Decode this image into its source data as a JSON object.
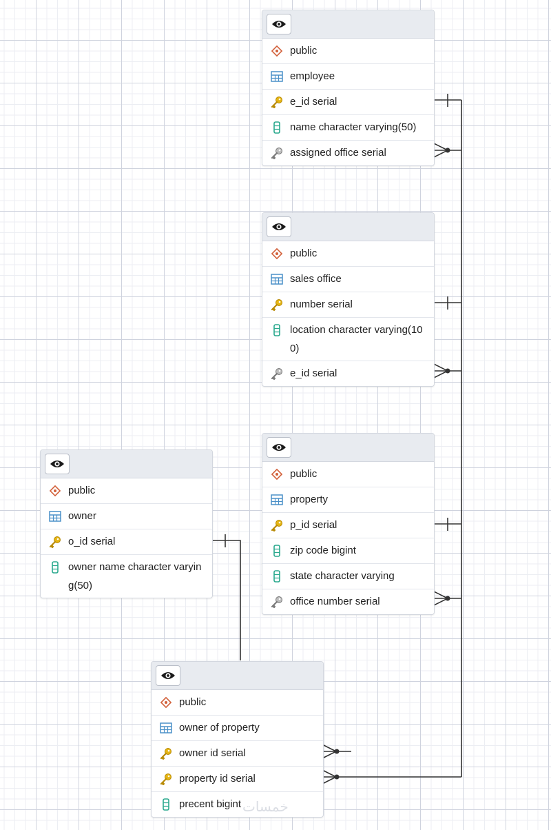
{
  "tables": {
    "employee": {
      "schema": "public",
      "name": "employee",
      "columns": [
        "e_id serial",
        "name character varying(50)",
        "assigned office serial"
      ]
    },
    "sales_office": {
      "schema": "public",
      "name": "sales office",
      "columns": [
        "number serial",
        "location character varying(100)",
        "e_id serial"
      ]
    },
    "property": {
      "schema": "public",
      "name": "property",
      "columns": [
        "p_id serial",
        "zip code bigint",
        "state character varying",
        "office number serial"
      ]
    },
    "owner": {
      "schema": "public",
      "name": "owner",
      "columns": [
        "o_id serial",
        "owner name character varying(50)"
      ]
    },
    "owner_of_property": {
      "schema": "public",
      "name": "owner of property",
      "columns": [
        "owner id serial",
        "property id serial",
        "precent bigint"
      ]
    }
  },
  "watermark": "خمسات",
  "colors": {
    "line": "#333333",
    "schema_icon": "#d2603a",
    "table_icon": "#4a90c8",
    "primary_key": "#e5b513",
    "foreign_key": "#8a8a8a",
    "column_icon": "#2aa98e"
  },
  "icons": {
    "header": "eye-icon",
    "schema": "schema-diamond-icon",
    "table": "table-icon",
    "pk": "primary-key-icon",
    "fk": "foreign-key-icon",
    "column": "column-icon"
  }
}
